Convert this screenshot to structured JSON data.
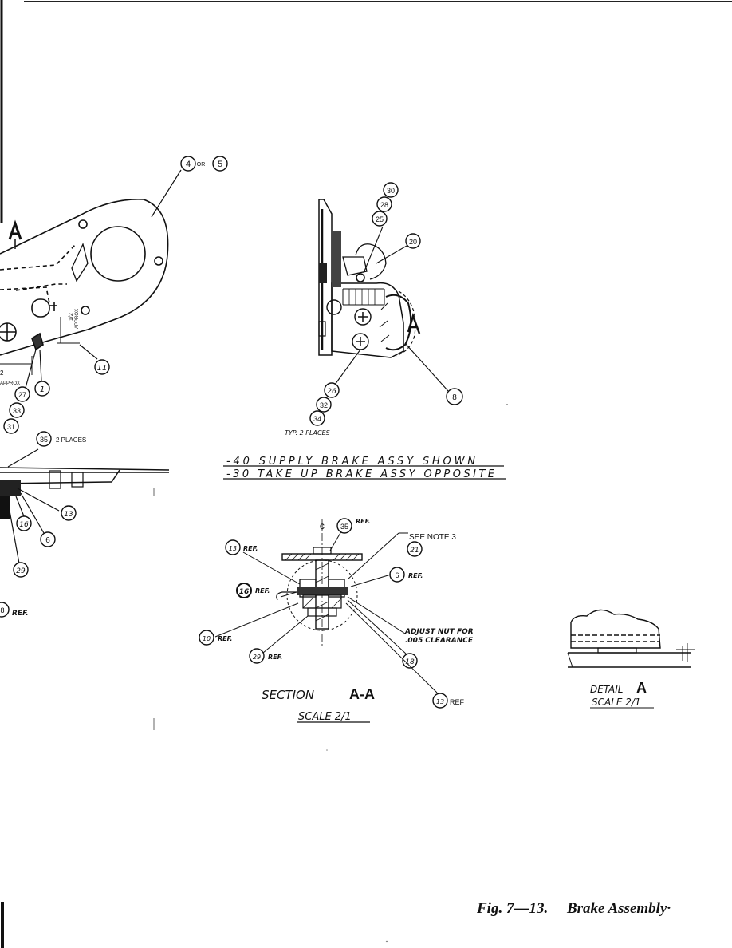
{
  "figure": {
    "number": "Fig. 7—13.",
    "title": "Brake Assembly·"
  },
  "left_view": {
    "section_marker": "A",
    "balloons": [
      "4",
      "5",
      "11",
      "1",
      "27",
      "33",
      "31",
      "35",
      "13",
      "16",
      "6",
      "29",
      "8"
    ],
    "or_label": "OR",
    "approx_label": "APPROX",
    "approx_label_2": "APPROX",
    "dim_value": "1/2",
    "dim_value_2": "2",
    "places_note": "2 PLACES",
    "ref_label": "REF."
  },
  "side_view": {
    "balloons": [
      "30",
      "28",
      "25",
      "20",
      "8",
      "26",
      "32",
      "34"
    ],
    "typ_note": "TYP. 2 PLACES",
    "note_line_1": "-40  SUPPLY   BRAKE ASSY SHOWN",
    "note_line_2": "-30  TAKE UP BRAKE ASSY OPPOSITE"
  },
  "section_view": {
    "centerline": "¢",
    "balloons": [
      "35",
      "21",
      "13",
      "6",
      "16",
      "10",
      "29",
      "18",
      "13"
    ],
    "ref_label": "REF.",
    "ref_label_plain": "REF",
    "see_note": "SEE NOTE 3",
    "adjust_line_1": "ADJUST NUT FOR",
    "adjust_line_2": ".005 CLEARANCE",
    "title": "SECTION",
    "title_marker": "A-A",
    "scale": "SCALE 2/1"
  },
  "detail_view": {
    "title": "DETAIL",
    "marker": "A",
    "scale": "SCALE 2/1"
  }
}
